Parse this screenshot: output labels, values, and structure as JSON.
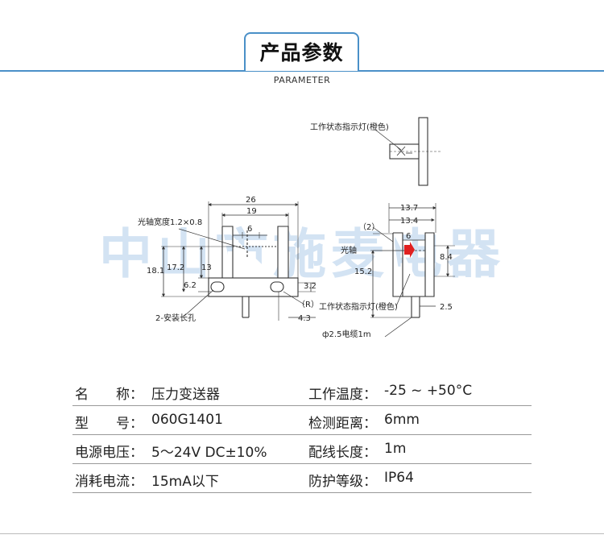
{
  "header": {
    "title": "产品参数",
    "subtitle": "PARAMETER"
  },
  "watermark": "中山市施麦电器",
  "drawing": {
    "left": {
      "dim_26": "26",
      "dim_19": "19",
      "dim_6": "6",
      "label_shaft": "光轴宽度1.2×0.8",
      "dim_18_1": "18.1",
      "dim_17_2": "17.2",
      "dim_13": "13",
      "dim_6_2": "6.2",
      "dim_3_2": "3.2",
      "label_r": "（R）",
      "dim_4_3": "4.3",
      "label_holes": "2-安装长孔"
    },
    "top_right": {
      "label_indicator": "工作状态指示灯(橙色)"
    },
    "right": {
      "dim_13_7": "13.7",
      "dim_13_4": "13.4",
      "label_2": "（2）",
      "dim_6": "6",
      "label_axis": "光轴",
      "dim_8_4": "8.4",
      "dim_15_2": "15.2",
      "label_indicator": "工作状态指示灯(橙色)",
      "dim_2_5": "2.5",
      "label_cable": "ф2.5电缆1m"
    }
  },
  "specs": [
    {
      "k1": "名　　称：",
      "v1": "压力变送器",
      "k2": "工作温度：",
      "v2": "-25 ~ +50°C"
    },
    {
      "k1": "型　　号：",
      "v1": "060G1401",
      "k2": "检测距离：",
      "v2": "6mm"
    },
    {
      "k1": "电源电压：",
      "v1": "5～24V DC±10%",
      "k2": "配线长度：",
      "v2": "1m"
    },
    {
      "k1": "消耗电流：",
      "v1": "15mA以下",
      "k2": "防护等级：",
      "v2": "IP64"
    }
  ],
  "colors": {
    "accent": "#4a90c8",
    "watermark": "#cfe0f2",
    "indicator": "#e02020"
  }
}
